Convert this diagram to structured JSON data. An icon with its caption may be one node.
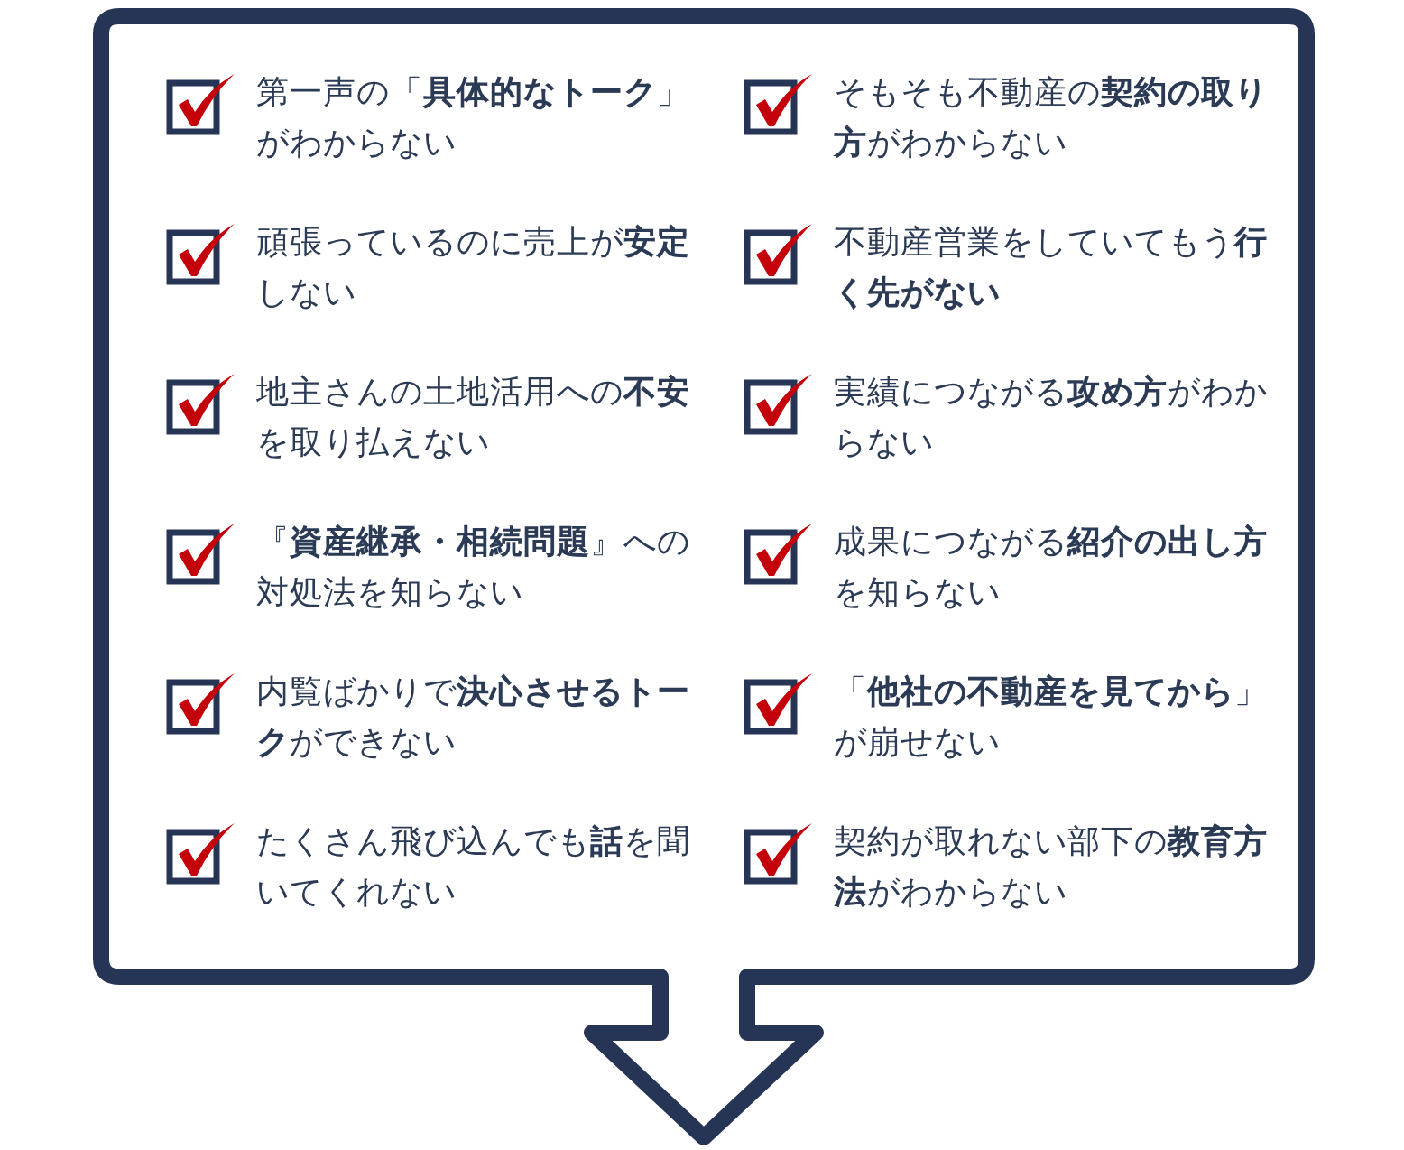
{
  "diagram": {
    "nodes": [
      {
        "text": [
          "第一声の「**具体的なトーク**」がわからない",
          "そもそも不動産の**契約の取り方**がわからない",
          "頑張っているのに売上が**安定**しない",
          "不動産営業をしていてもう**行く先がない**",
          "地主さんの土地活用への**不安**を取り払えない",
          "実績につながる**攻め方**がわからない",
          "『**資産継承・相続問題**』への対処法を知らない",
          "成果につながる**紹介の出し方**を知らない",
          "内覧ばかりで**決心させるトーク**ができない",
          "「**他社の不動産を見てから**」が崩せない",
          "たくさん飛び込んでも**話**を聞いてくれない",
          "契約が取れない部下の**教育方法**がわからない"
        ]
      }
    ]
  }
}
